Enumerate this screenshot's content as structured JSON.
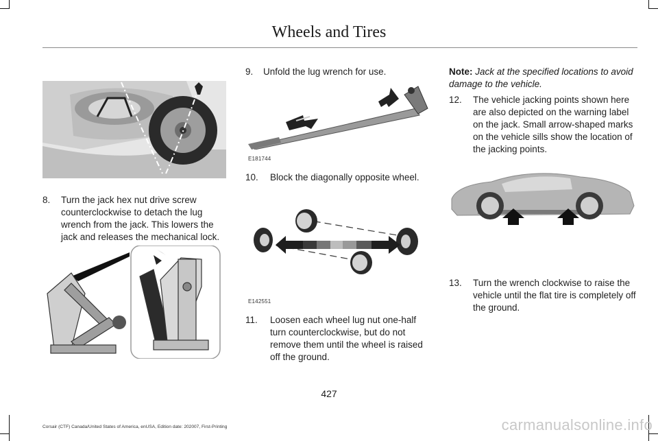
{
  "header": {
    "title": "Wheels and Tires"
  },
  "steps": {
    "s8": {
      "num": "8.",
      "text": "Turn the jack hex nut drive screw counterclockwise to detach the lug wrench from the jack. This lowers the jack and releases the mechanical lock."
    },
    "s9": {
      "num": "9.",
      "text": "Unfold the lug wrench for use."
    },
    "s10": {
      "num": "10.",
      "text": "Block the diagonally opposite wheel."
    },
    "s11": {
      "num": "11.",
      "text": "Loosen each wheel lug nut one-half turn counterclockwise, but do not remove them until the wheel is raised off the ground."
    },
    "s12": {
      "num": "12.",
      "text": "The vehicle jacking points shown here are also depicted on the warning label on the jack. Small arrow-shaped marks on the vehicle sills show the location of the jacking points."
    },
    "s13": {
      "num": "13.",
      "text": "Turn the wrench clockwise to raise the vehicle until the flat tire is completely off the ground."
    }
  },
  "note": {
    "label": "Note:",
    "text": "Jack at the specified locations to avoid damage to the vehicle."
  },
  "figures": {
    "wrench_code": "E181744",
    "block_code": "E142551"
  },
  "page_number": "427",
  "footer": "Corsair (CTF) Canada/United States of America, enUSA, Edition date: 202007, First-Printing",
  "watermark": "carmanualsonline.info"
}
